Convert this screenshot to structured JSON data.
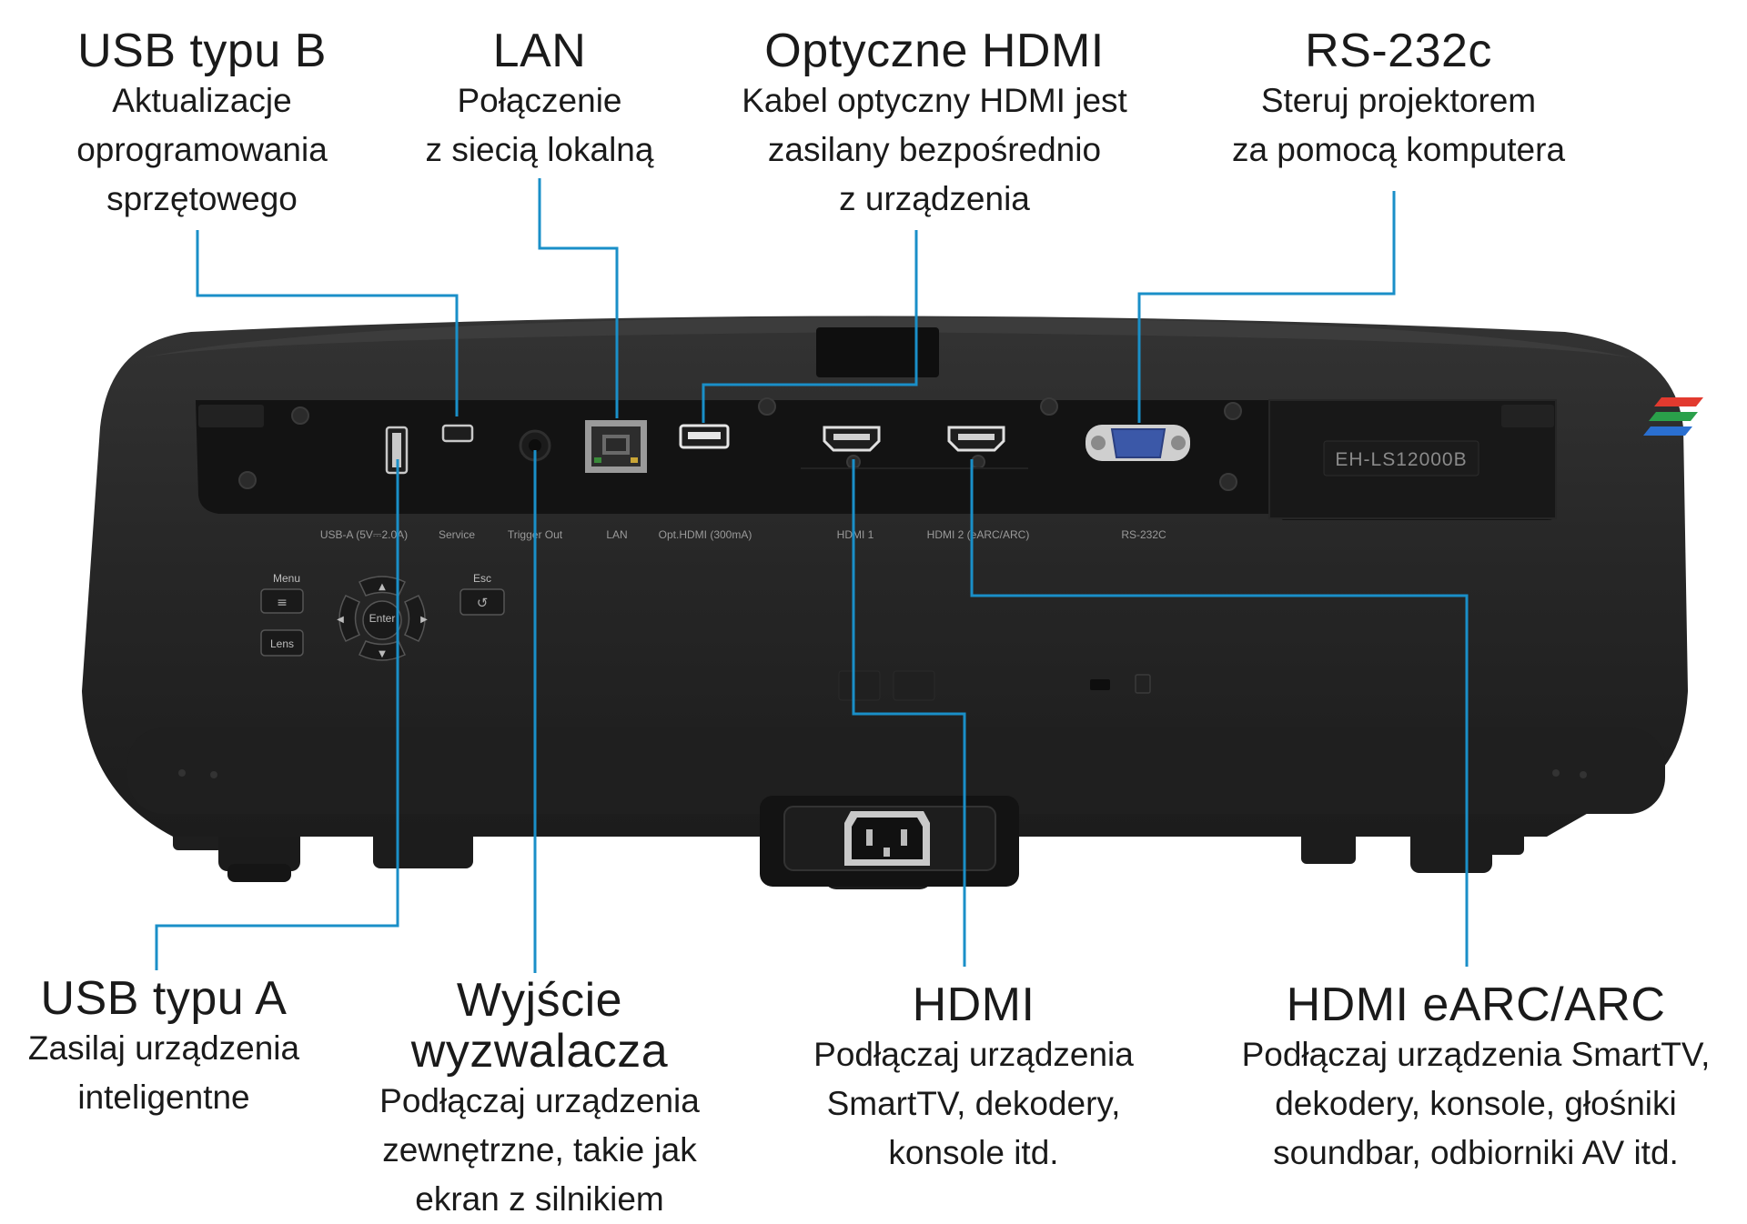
{
  "labels": {
    "usb_b": {
      "title": "USB typu B",
      "lines": [
        "Aktualizacje",
        "oprogramowania",
        "sprzętowego"
      ]
    },
    "lan": {
      "title": "LAN",
      "lines": [
        "Połączenie",
        "z siecią lokalną"
      ]
    },
    "opt_hdmi": {
      "title": "Optyczne HDMI",
      "lines": [
        "Kabel optyczny HDMI jest",
        "zasilany bezpośrednio",
        "z urządzenia"
      ]
    },
    "rs232": {
      "title": "RS-232c",
      "lines": [
        "Steruj projektorem",
        "za pomocą komputera"
      ]
    },
    "usb_a": {
      "title": "USB typu A",
      "lines": [
        "Zasilaj urządzenia",
        "inteligentne"
      ]
    },
    "trigger": {
      "title_lines": [
        "Wyjście",
        "wyzwalacza"
      ],
      "lines": [
        "Podłączaj urządzenia",
        "zewnętrzne, takie jak",
        "ekran z silnikiem"
      ]
    },
    "hdmi": {
      "title": "HDMI",
      "lines": [
        "Podłączaj urządzenia",
        "SmartTV, dekodery,",
        "konsole itd."
      ]
    },
    "hdmi_earc": {
      "title": "HDMI eARC/ARC",
      "lines": [
        "Podłączaj urządzenia SmartTV,",
        "dekodery, konsole, głośniki",
        "soundbar, odbiorniki AV itd."
      ]
    }
  },
  "panel": {
    "ports": {
      "usb_a": "USB-A (5V⎓2.0A)",
      "service": "Service",
      "trigger": "Trigger Out",
      "lan": "LAN",
      "opt_hdmi": "Opt.HDMI (300mA)",
      "hdmi1": "HDMI 1",
      "hdmi2": "HDMI 2 (eARC/ARC)",
      "rs232": "RS-232C"
    },
    "buttons": {
      "menu": "Menu",
      "esc": "Esc",
      "lens": "Lens",
      "enter": "Enter"
    },
    "model": "EH-LS12000B"
  },
  "colors": {
    "callout_line": "#1a8fc8",
    "body": "#262626",
    "panel": "#151515"
  }
}
